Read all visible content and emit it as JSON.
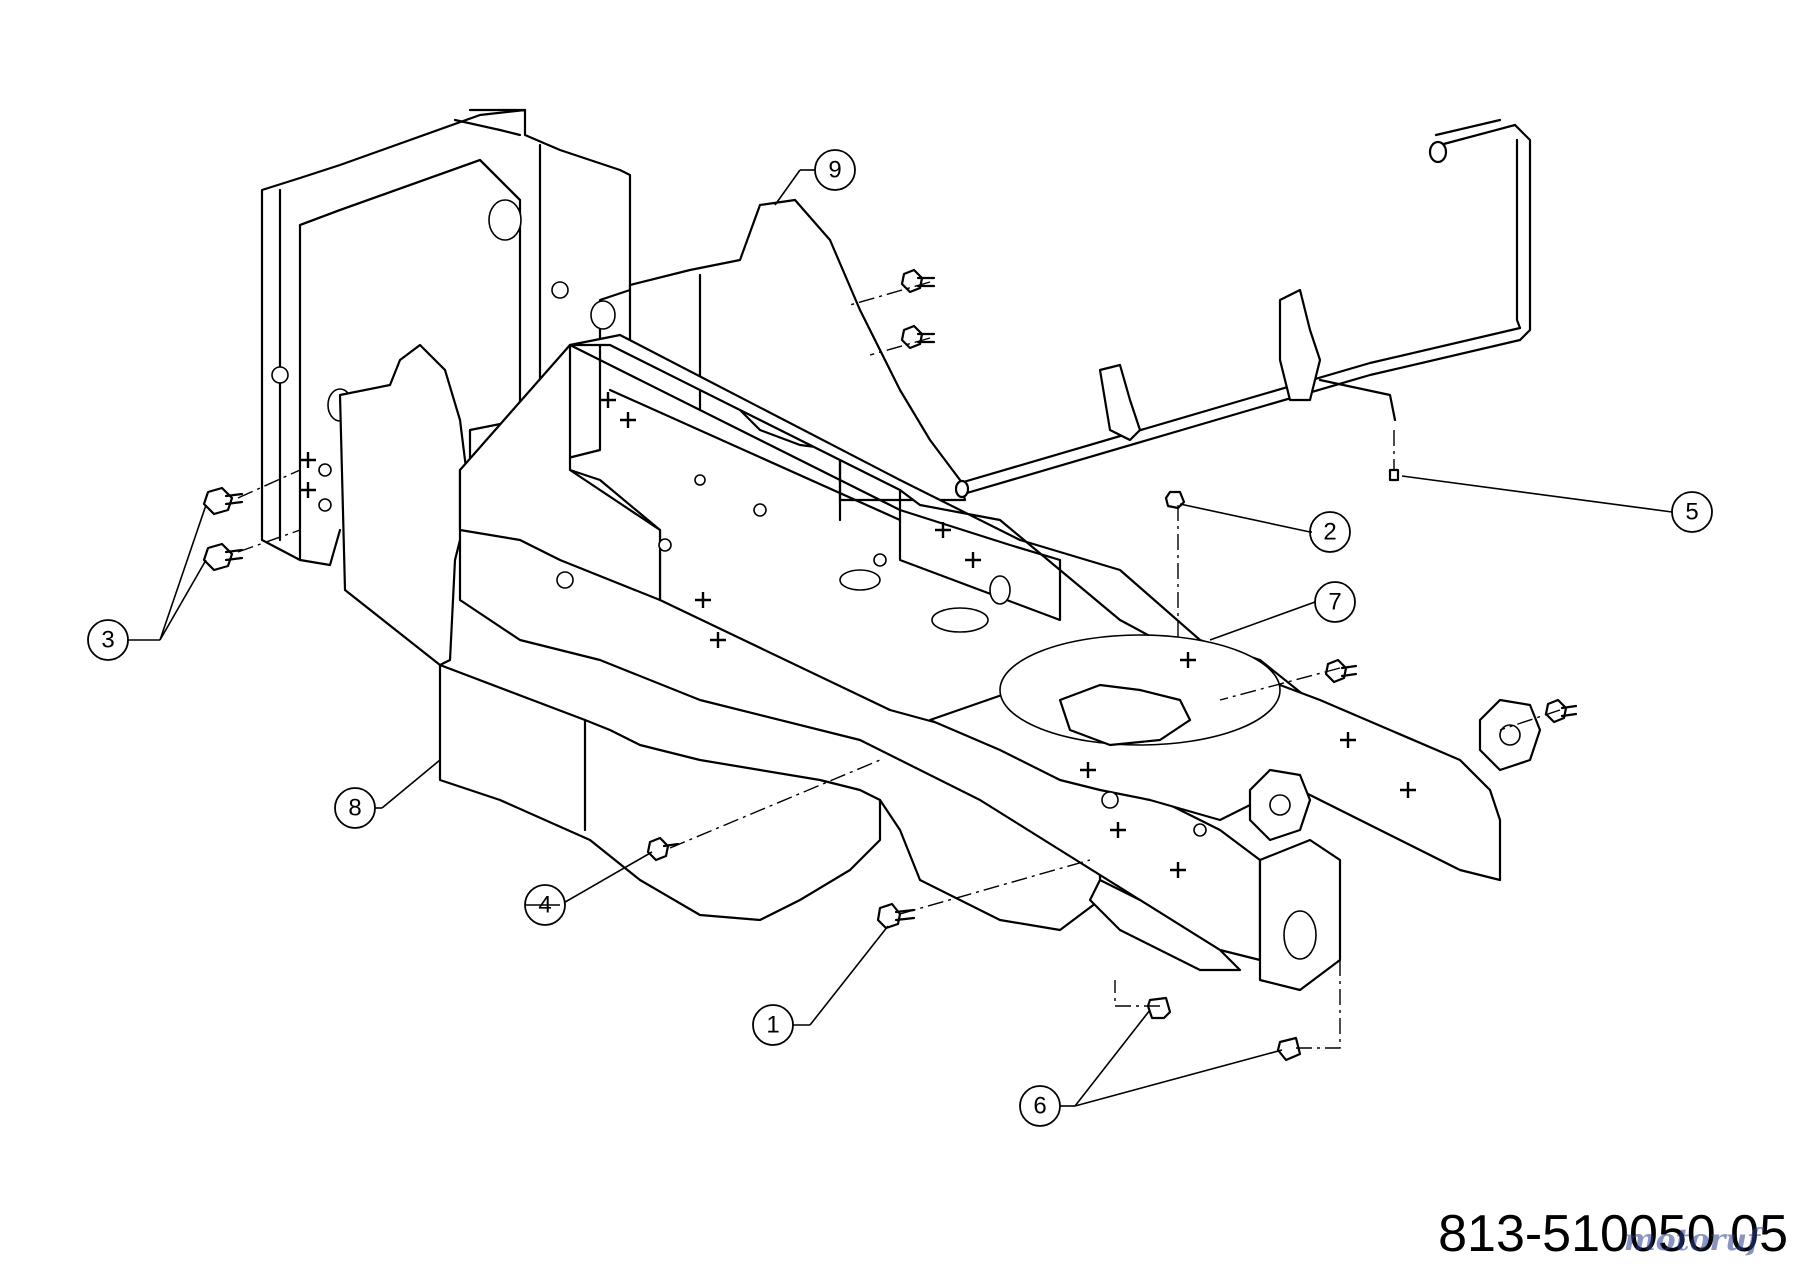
{
  "diagram": {
    "part_number": "813-510050 05",
    "watermark": "motoruf",
    "callouts": [
      {
        "id": "c1",
        "label": "1"
      },
      {
        "id": "c2",
        "label": "2"
      },
      {
        "id": "c3",
        "label": "3"
      },
      {
        "id": "c4",
        "label": "4"
      },
      {
        "id": "c5",
        "label": "5"
      },
      {
        "id": "c6",
        "label": "6"
      },
      {
        "id": "c7",
        "label": "7"
      },
      {
        "id": "c8",
        "label": "8"
      },
      {
        "id": "c9",
        "label": "9"
      }
    ]
  }
}
